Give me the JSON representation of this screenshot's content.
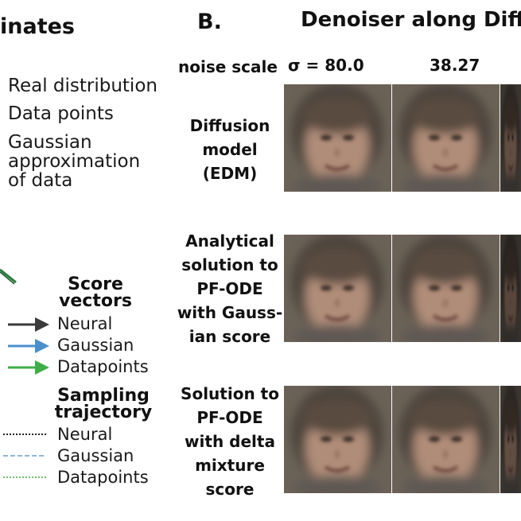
{
  "left_panel": {
    "title_fragment": "inates",
    "legend_items": [
      {
        "label": "Real distribution"
      },
      {
        "label": "Data points"
      },
      {
        "label": "Gaussian\napproximation\nof data"
      }
    ],
    "score_vectors": {
      "heading": "Score\nvectors",
      "items": [
        {
          "label": "Neural",
          "color": "#3a3a3a"
        },
        {
          "label": "Gaussian",
          "color": "#4a8fcc"
        },
        {
          "label": "Datapoints",
          "color": "#3fae49"
        }
      ]
    },
    "sampling_trajectory": {
      "heading": "Sampling\ntrajectory",
      "items": [
        {
          "label": "Neural",
          "color": "#222222"
        },
        {
          "label": "Gaussian",
          "color": "#8fb6dc"
        },
        {
          "label": "Datapoints",
          "color": "#6cc070"
        }
      ]
    }
  },
  "right_panel": {
    "panel_letter": "B.",
    "title": "Denoiser along Diff",
    "noise_scale_label": "noise scale",
    "sigma_values": [
      "σ = 80.0",
      "38.27"
    ],
    "rows": [
      {
        "label": "Diffusion\nmodel\n(EDM)"
      },
      {
        "label": "Analytical\nsolution to\nPF-ODE\nwith Gauss-\nian score"
      },
      {
        "label": "Solution to\nPF-ODE\nwith delta\nmixture\nscore"
      }
    ]
  }
}
